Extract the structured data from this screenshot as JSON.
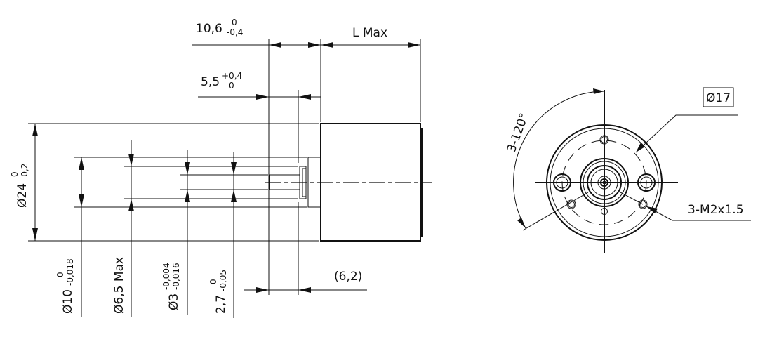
{
  "title": "Motor dimension drawing",
  "side_view": {
    "dim_length_flange": {
      "value": "10,6",
      "upper": "0",
      "lower": "-0,4"
    },
    "dim_length_body": {
      "value": "L Max"
    },
    "dim_shaft_length": {
      "value": "5,5",
      "upper": "+0,4",
      "lower": "0"
    },
    "dim_body_diameter": {
      "value": "Ø24",
      "upper": "0",
      "lower": "-0,2"
    },
    "dim_flange_diameter": {
      "value": "Ø10",
      "upper": "0",
      "lower": "-0,018"
    },
    "dim_boss_diameter": {
      "value": "Ø6,5 Max"
    },
    "dim_shaft_diameter": {
      "value": "Ø3",
      "upper": "-0,004",
      "lower": "-0,016"
    },
    "dim_shaft_flat": {
      "value": "2,7",
      "upper": "0",
      "lower": "-0,05"
    },
    "dim_reference": {
      "value": "(6,2)"
    }
  },
  "front_view": {
    "dim_pitch_circle": {
      "value": "Ø17"
    },
    "dim_angle": {
      "value": "3-120°"
    },
    "dim_thread": {
      "value": "3-M2x1.5"
    }
  }
}
